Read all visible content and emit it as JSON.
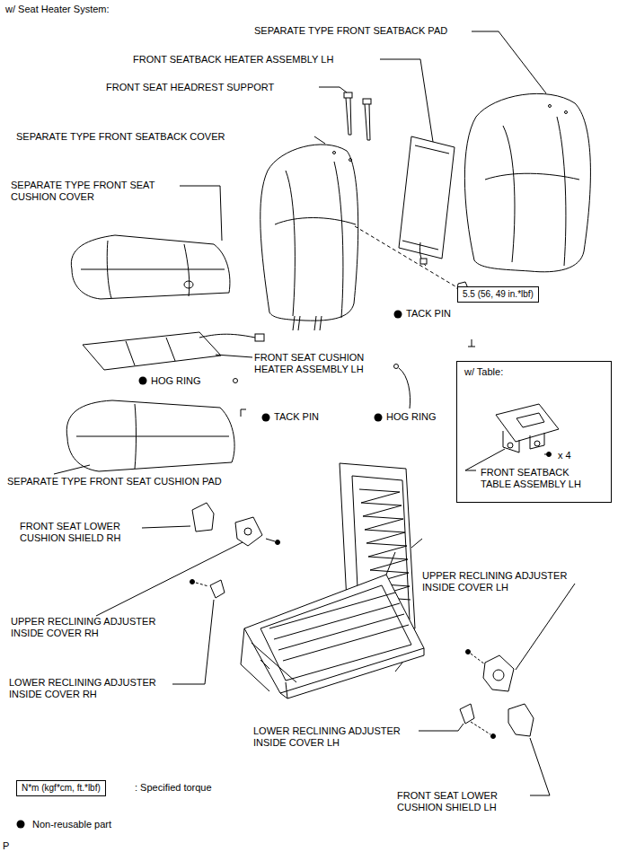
{
  "diagram": {
    "nodes": [
      {
        "text": [
          "5.5 (56, 49 in.*lbf)"
        ]
      },
      {
        "text": [
          "w/ Table:",
          "x 4",
          "FRONT SEATBACK TABLE ASSEMBLY LH"
        ]
      },
      {
        "text": [
          "N*m (kgf*cm, ft.*lbf)"
        ]
      }
    ],
    "labels": [
      "w/ Seat Heater System:",
      "SEPARATE TYPE FRONT SEATBACK PAD",
      "FRONT SEATBACK HEATER ASSEMBLY LH",
      "FRONT SEAT HEADREST SUPPORT",
      "SEPARATE TYPE FRONT SEATBACK COVER",
      "SEPARATE TYPE FRONT SEAT CUSHION COVER",
      "TACK PIN",
      "FRONT SEAT CUSHION HEATER ASSEMBLY LH",
      "HOG RING",
      "TACK PIN",
      "HOG RING",
      "SEPARATE TYPE FRONT SEAT CUSHION PAD",
      "FRONT SEAT LOWER CUSHION SHIELD RH",
      "UPPER RECLINING ADJUSTER INSIDE COVER LH",
      "UPPER RECLINING ADJUSTER INSIDE COVER RH",
      "LOWER RECLINING ADJUSTER INSIDE COVER RH",
      "LOWER RECLINING ADJUSTER INSIDE COVER LH",
      "FRONT SEAT LOWER CUSHION SHIELD LH",
      "P"
    ],
    "legend": [
      {
        "text": ": Specified torque"
      },
      {
        "text": "Non-reusable part"
      }
    ]
  }
}
